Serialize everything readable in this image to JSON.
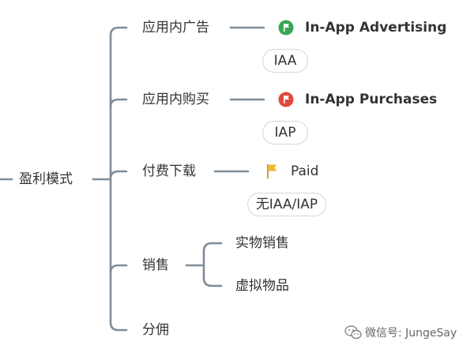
{
  "colors": {
    "line": "#7f8c99",
    "green": "#3aa655",
    "red": "#e04a3c",
    "yellow": "#f3b72c",
    "text": "#333333"
  },
  "root": {
    "label": "盈利模式"
  },
  "branches": [
    {
      "label": "应用内广告",
      "detail": {
        "label": "In-App Advertising",
        "icon": "green-flag-icon"
      },
      "abbr": "IAA"
    },
    {
      "label": "应用内购买",
      "detail": {
        "label": "In-App Purchases",
        "icon": "red-flag-icon"
      },
      "abbr": "IAP"
    },
    {
      "label": "付费下载",
      "detail": {
        "label": "Paid",
        "icon": "yellow-flag-icon"
      },
      "abbr": "无IAA/IAP"
    },
    {
      "label": "销售",
      "children": [
        "实物销售",
        "虚拟物品"
      ]
    },
    {
      "label": "分佣"
    }
  ],
  "watermark": {
    "icon": "wechat-icon",
    "text": "微信号: JungeSay"
  }
}
